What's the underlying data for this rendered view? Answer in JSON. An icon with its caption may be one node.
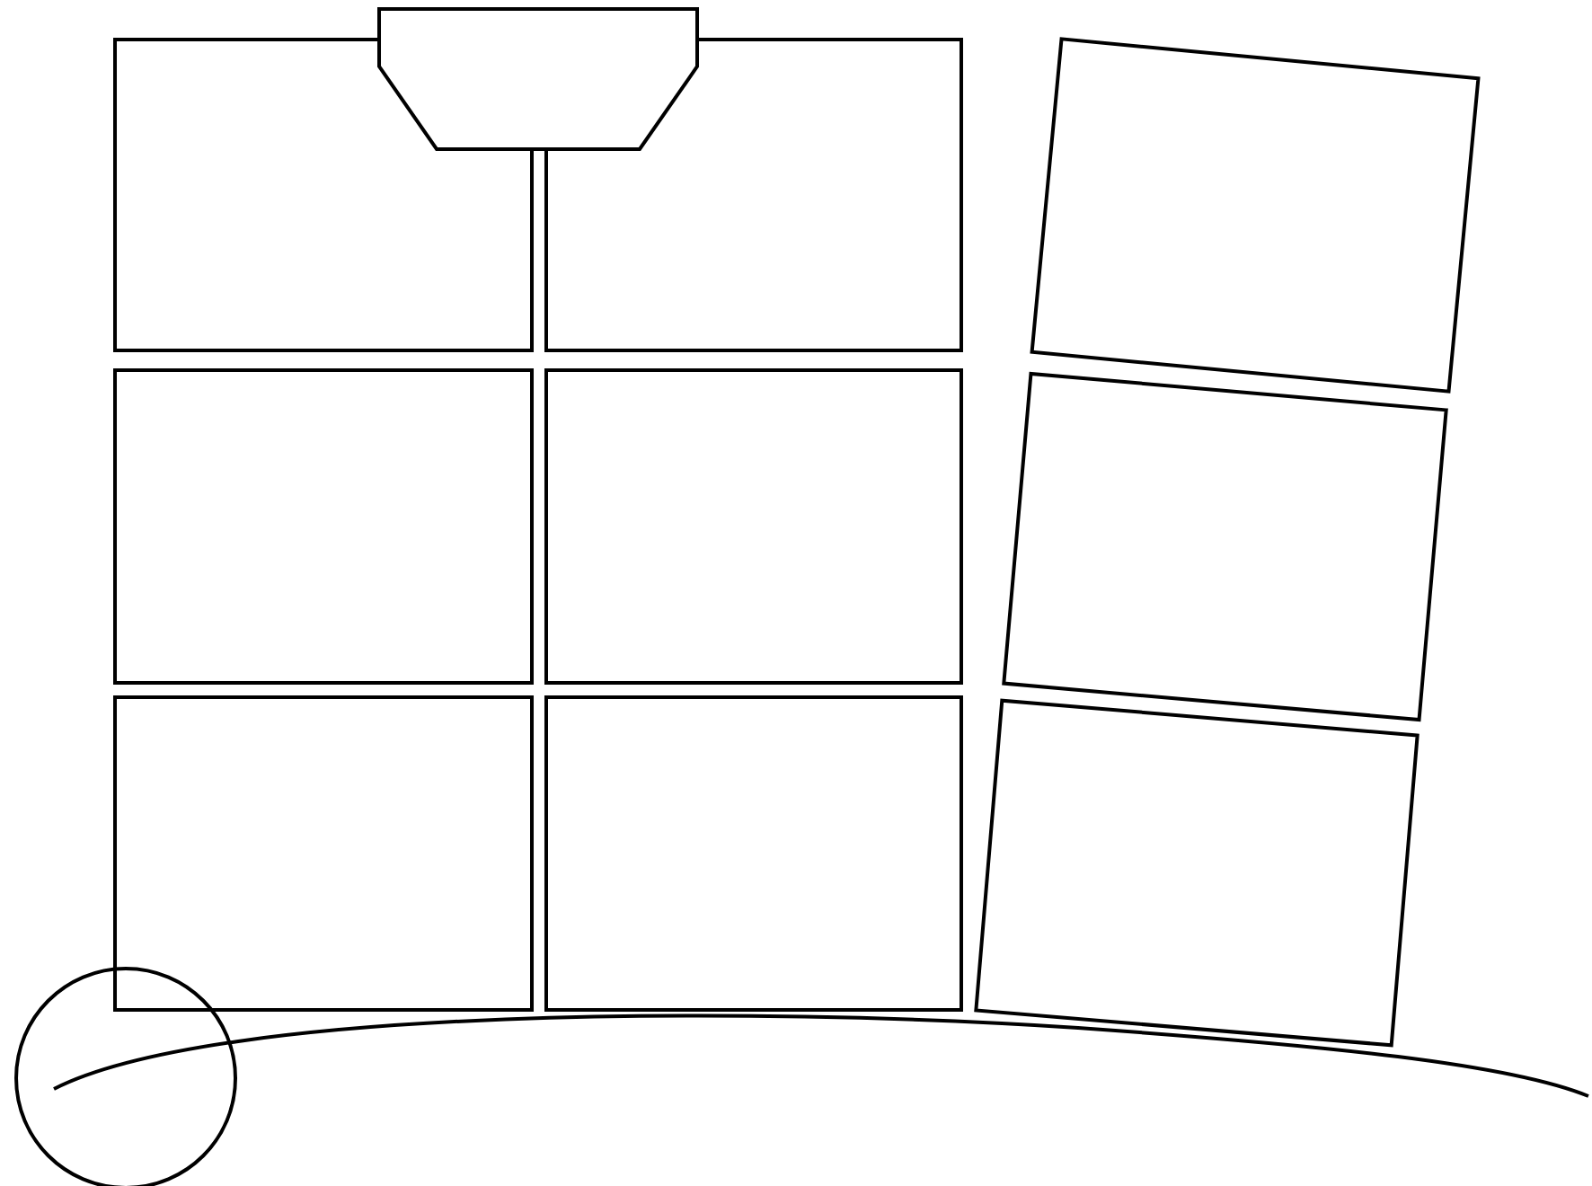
{
  "diagram": {
    "nodes": [
      {
        "text": [],
        "shape": "box"
      },
      {
        "text": [],
        "shape": "trapezoid"
      },
      {
        "text": [],
        "shape": "box"
      },
      {
        "text": [],
        "shape": "box"
      },
      {
        "text": [],
        "shape": "box"
      },
      {
        "text": [],
        "shape": "box"
      },
      {
        "text": [],
        "shape": "box"
      },
      {
        "text": [],
        "shape": "box"
      },
      {
        "text": [],
        "shape": "box"
      },
      {
        "text": [],
        "shape": "box"
      },
      {
        "text": [],
        "shape": "circle"
      }
    ]
  }
}
